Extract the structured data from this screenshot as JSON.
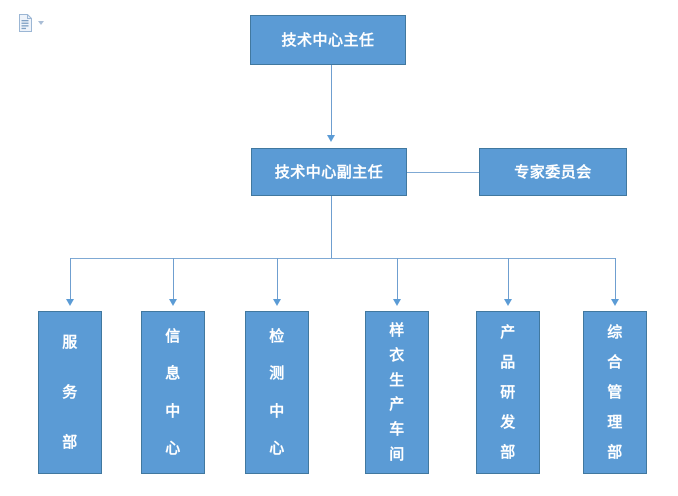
{
  "toolbar": {
    "paste_icon": "document-paste-icon",
    "dropdown_caret": "chevron-down-icon"
  },
  "chart": {
    "type": "org-chart",
    "title": "",
    "accent_color": "#5b9bd5",
    "border_color": "#41789f",
    "connector_color": "#7fa9d4",
    "text_color": "#ffffff",
    "background": "#ffffff",
    "nodes": {
      "director": {
        "label": "技术中心主任"
      },
      "deputy_director": {
        "label": "技术中心副主任"
      },
      "expert_committee": {
        "label": "专家委员会"
      }
    },
    "departments": [
      {
        "label": "服务部",
        "chars": [
          "服",
          "务",
          "部"
        ]
      },
      {
        "label": "信息中心",
        "chars": [
          "信",
          "息",
          "中",
          "心"
        ]
      },
      {
        "label": "检测中心",
        "chars": [
          "检",
          "测",
          "中",
          "心"
        ]
      },
      {
        "label": "样衣生产车间",
        "chars": [
          "样",
          "衣",
          "生",
          "产",
          "车",
          "间"
        ]
      },
      {
        "label": "产品研发部",
        "chars": [
          "产",
          "品",
          "研",
          "发",
          "部"
        ]
      },
      {
        "label": "综合管理部",
        "chars": [
          "综",
          "合",
          "管",
          "理",
          "部"
        ]
      }
    ]
  }
}
